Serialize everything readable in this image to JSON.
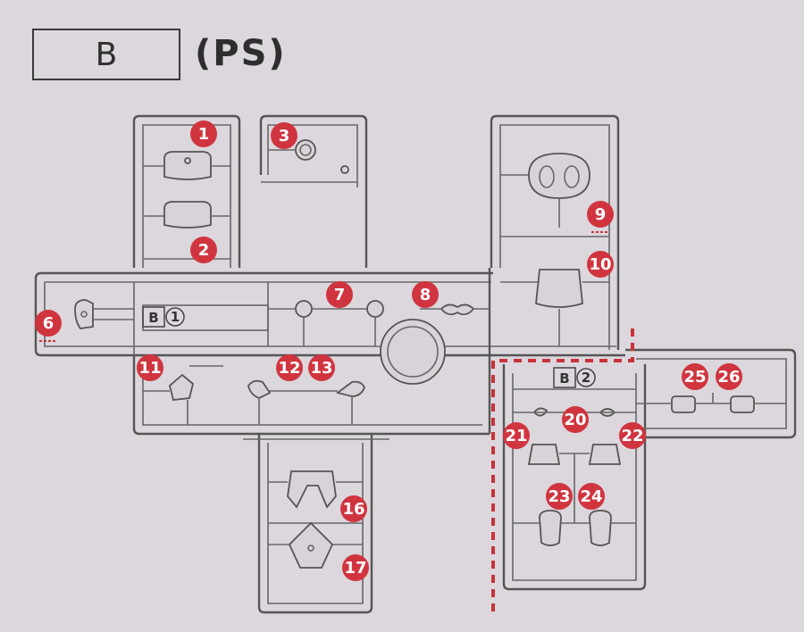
{
  "header": {
    "runner_letter": "B",
    "material": "(PS)"
  },
  "sub_tags": [
    {
      "id": "b1",
      "letter": "B",
      "number": "1"
    },
    {
      "id": "b2",
      "letter": "B",
      "number": "2"
    }
  ],
  "callouts": [
    {
      "id": "p1",
      "label": "1"
    },
    {
      "id": "p2",
      "label": "2"
    },
    {
      "id": "p3",
      "label": "3"
    },
    {
      "id": "p6",
      "label": "6"
    },
    {
      "id": "p7",
      "label": "7"
    },
    {
      "id": "p8",
      "label": "8"
    },
    {
      "id": "p9",
      "label": "9"
    },
    {
      "id": "p10",
      "label": "10"
    },
    {
      "id": "p11",
      "label": "11"
    },
    {
      "id": "p12",
      "label": "12"
    },
    {
      "id": "p13",
      "label": "13"
    },
    {
      "id": "p16",
      "label": "16"
    },
    {
      "id": "p17",
      "label": "17"
    },
    {
      "id": "p20",
      "label": "20"
    },
    {
      "id": "p21",
      "label": "21"
    },
    {
      "id": "p22",
      "label": "22"
    },
    {
      "id": "p23",
      "label": "23"
    },
    {
      "id": "p24",
      "label": "24"
    },
    {
      "id": "p25",
      "label": "25"
    },
    {
      "id": "p26",
      "label": "26"
    }
  ],
  "colors": {
    "background": "#dcd6dd",
    "callout": "#d0353f",
    "cut_line": "#c8333a",
    "line": "#555555"
  }
}
